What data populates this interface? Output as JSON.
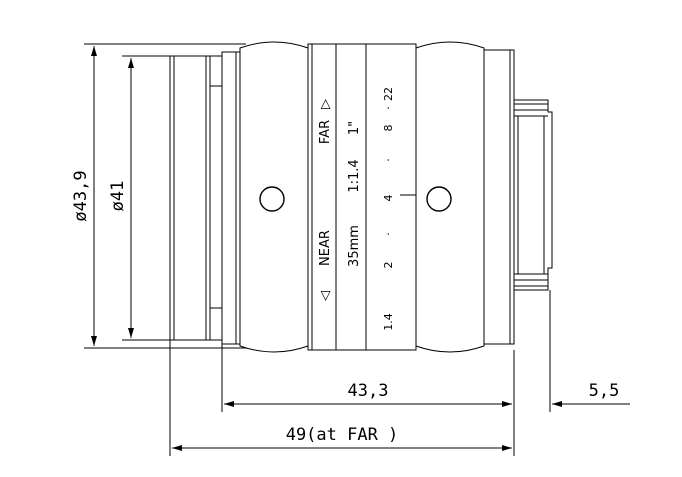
{
  "dimensions": {
    "outer_diameter": "ø43,9",
    "inner_diameter": "ø41",
    "body_length": "43,3",
    "mount_length": "5,5",
    "total_length": "49(at FAR )"
  },
  "lens_markings": {
    "near": "NEAR",
    "far": "FAR",
    "focal": "35mm",
    "aperture": "1:1.4",
    "format": "1\"",
    "near_arrow": "◁",
    "far_arrow": "▷"
  },
  "aperture_scale": [
    "1.4",
    "2",
    "4",
    "8",
    "22"
  ],
  "scale_dots": [
    "·",
    "·",
    "·"
  ]
}
